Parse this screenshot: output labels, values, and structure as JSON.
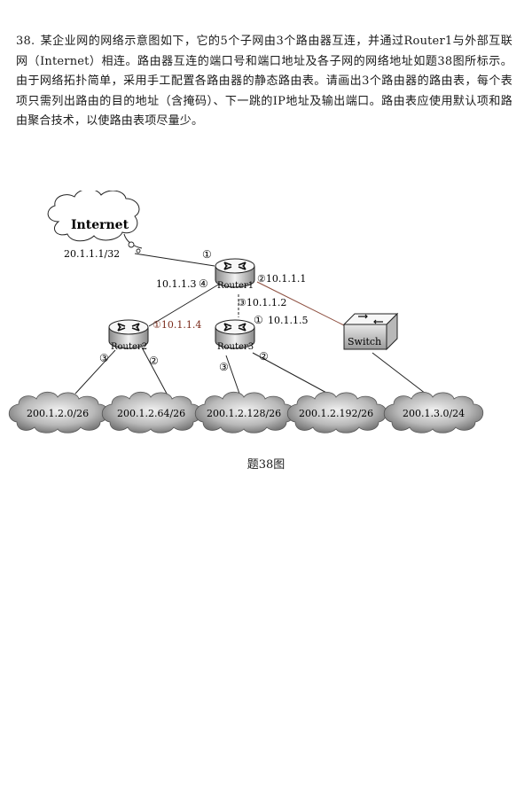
{
  "question": {
    "number": "38.",
    "text": "某企业网的网络示意图如下，它的5个子网由3个路由器互连，并通过Router1与外部互联网（Internet）相连。路由器互连的端口号和端口地址及各子网的网络地址如题38图所标示。由于网络拓扑简单，采用手工配置各路由器的静态路由表。请画出3个路由器的路由表，每个表项只需列出路由的目的地址（含掩码）、下一跳的IP地址及输出端口。路由表应使用默认项和路由聚合技术，以使路由表项尽量少。"
  },
  "diagram": {
    "internet_label": "Internet",
    "internet_address": "20.1.1.1/32",
    "routers": {
      "r1": "Router1",
      "r2": "Router2",
      "r3": "Router3"
    },
    "switch": "Switch",
    "ports": {
      "r1_p1": "①",
      "r1_p2": "②10.1.1.1",
      "r1_p3": "③10.1.1.2",
      "r1_p4": "④",
      "r1_p4_addr": "10.1.1.3",
      "r2_p1": "①10.1.1.4",
      "r2_p2": "②",
      "r2_p3": "③",
      "r3_p1": "①",
      "r3_p1_addr": "10.1.1.5",
      "r3_p2": "②",
      "r3_p3": "③"
    },
    "subnets": [
      "200.1.2.0/26",
      "200.1.2.64/26",
      "200.1.2.128/26",
      "200.1.2.192/26",
      "200.1.3.0/24"
    ]
  },
  "caption": "题38图"
}
